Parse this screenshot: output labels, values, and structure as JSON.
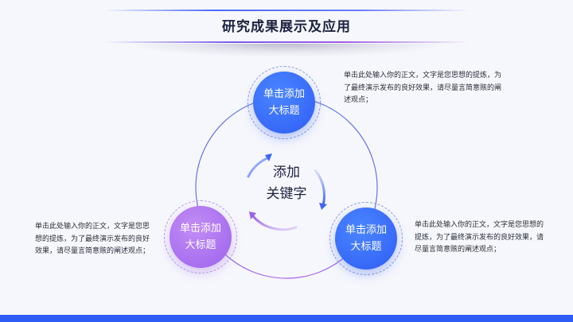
{
  "header": {
    "title": "研究成果展示及应用"
  },
  "diagram": {
    "center_keyword": {
      "line1": "添加",
      "line2": "关键字"
    },
    "nodes": [
      {
        "line1": "单击添加",
        "line2": "大标题",
        "color": "#2f5cf5",
        "description": "单击此处输入你的正文，文字是您思想的提炼，为了最终演示发布的良好效果，请尽量言简意赅的阐述观点；"
      },
      {
        "line1": "单击添加",
        "line2": "大标题",
        "color": "#2f5cf5",
        "description": "单击此处输入你的正文，文字是您思想的提炼，为了最终演示发布的良好效果，请尽量言简意赅的阐述观点；"
      },
      {
        "line1": "单击添加",
        "line2": "大标题",
        "color": "#9b62ec",
        "description": "单击此处输入你的正文，文字是您思想的提炼，为了最终演示发布的良好效果，请尽量言简意赅的阐述观点；"
      }
    ]
  },
  "colors": {
    "accent_blue": "#2f5cf5",
    "accent_violet": "#9b62ec",
    "background": "#f6f7fc"
  }
}
